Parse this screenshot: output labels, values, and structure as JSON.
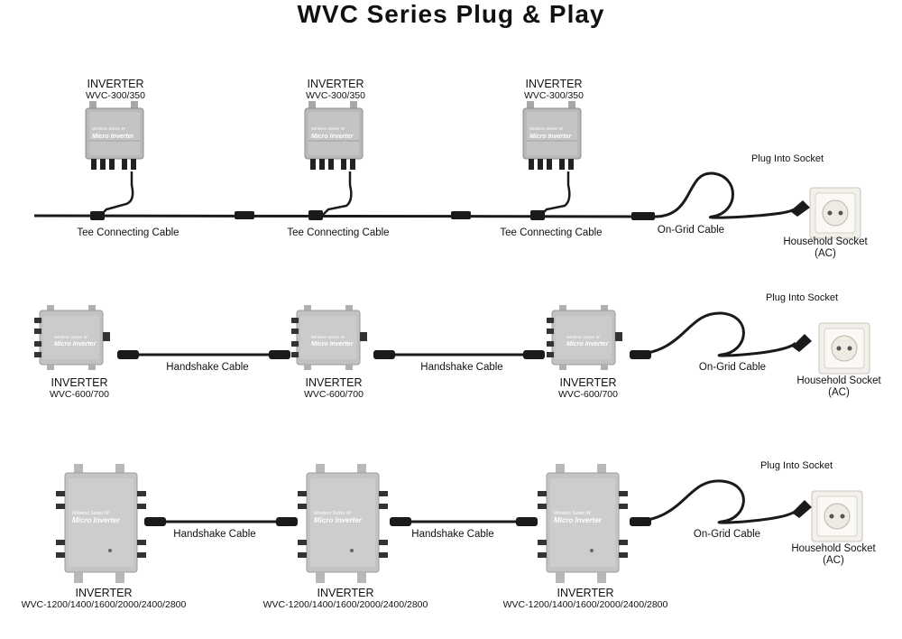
{
  "title": "WVC Series Plug & Play",
  "row1": {
    "inverter_label": "INVERTER",
    "inverter_model": "WVC-300/350",
    "inverter_brand_line": "Wireless Series W",
    "inverter_name": "Micro Inverter",
    "tee_cable": "Tee Connecting Cable",
    "grid_cable": "On-Grid Cable",
    "plug_label": "Plug Into Socket",
    "socket_label": "Household Socket",
    "socket_ac": "(AC)"
  },
  "row2": {
    "inverter_label": "INVERTER",
    "inverter_model": "WVC-600/700",
    "inverter_brand_line": "Wireless Series W",
    "inverter_name": "Micro Inverter",
    "handshake_cable": "Handshake Cable",
    "grid_cable": "On-Grid Cable",
    "plug_label": "Plug Into Socket",
    "socket_label": "Household Socket",
    "socket_ac": "(AC)"
  },
  "row3": {
    "inverter_label": "INVERTER",
    "inverter_model": "WVC-1200/1400/1600/2000/2400/2800",
    "inverter_brand_line": "Wireless Series W",
    "inverter_name": "Micro Inverter",
    "handshake_cable": "Handshake Cable",
    "grid_cable": "On-Grid Cable",
    "plug_label": "Plug Into Socket",
    "socket_label": "Household Socket",
    "socket_ac": "(AC)"
  },
  "colors": {
    "inverter_body": "#b5b5b5",
    "inverter_edge": "#8e8e8e",
    "cable": "#1a1a1a",
    "socket": "#f2f0ea"
  }
}
